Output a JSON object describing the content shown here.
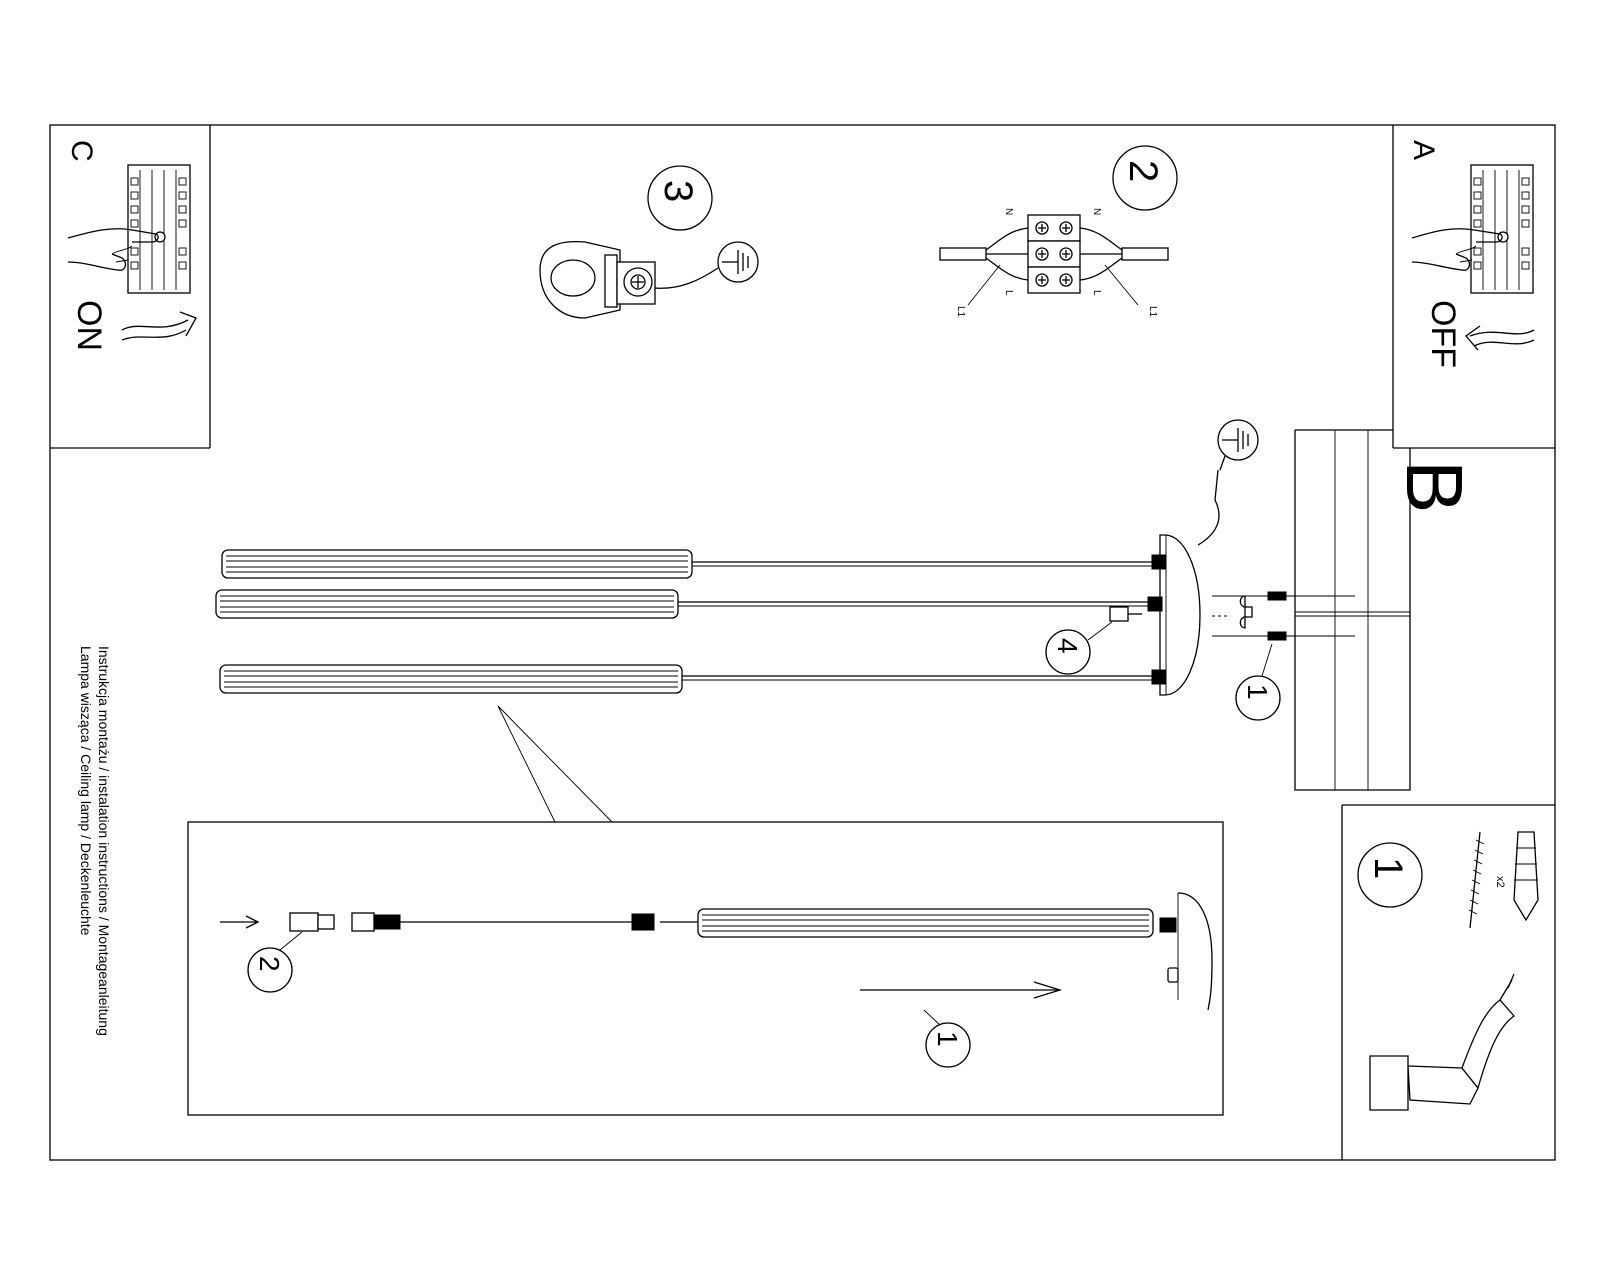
{
  "panels": {
    "a_letter": "A",
    "a_switch": "OFF",
    "c_letter": "C",
    "c_switch": "ON",
    "b_letter": "B"
  },
  "steps": {
    "s1": "1",
    "s2": "2",
    "s3": "3",
    "s4": "4",
    "detail_1": "1",
    "detail_2": "2",
    "tools_1": "1"
  },
  "connector_labels": {
    "n_left": "N",
    "n_right": "N",
    "l_left": "L",
    "l_right": "L",
    "l1_left": "L1",
    "l1_right": "L1"
  },
  "tools": {
    "quantity": "x2"
  },
  "caption": {
    "line1": "Instrukcja montażu / instalation instructions / Montageanleitung",
    "line2": "Lampa wisząca / Ceiling lamp / Deckenleuchte"
  }
}
